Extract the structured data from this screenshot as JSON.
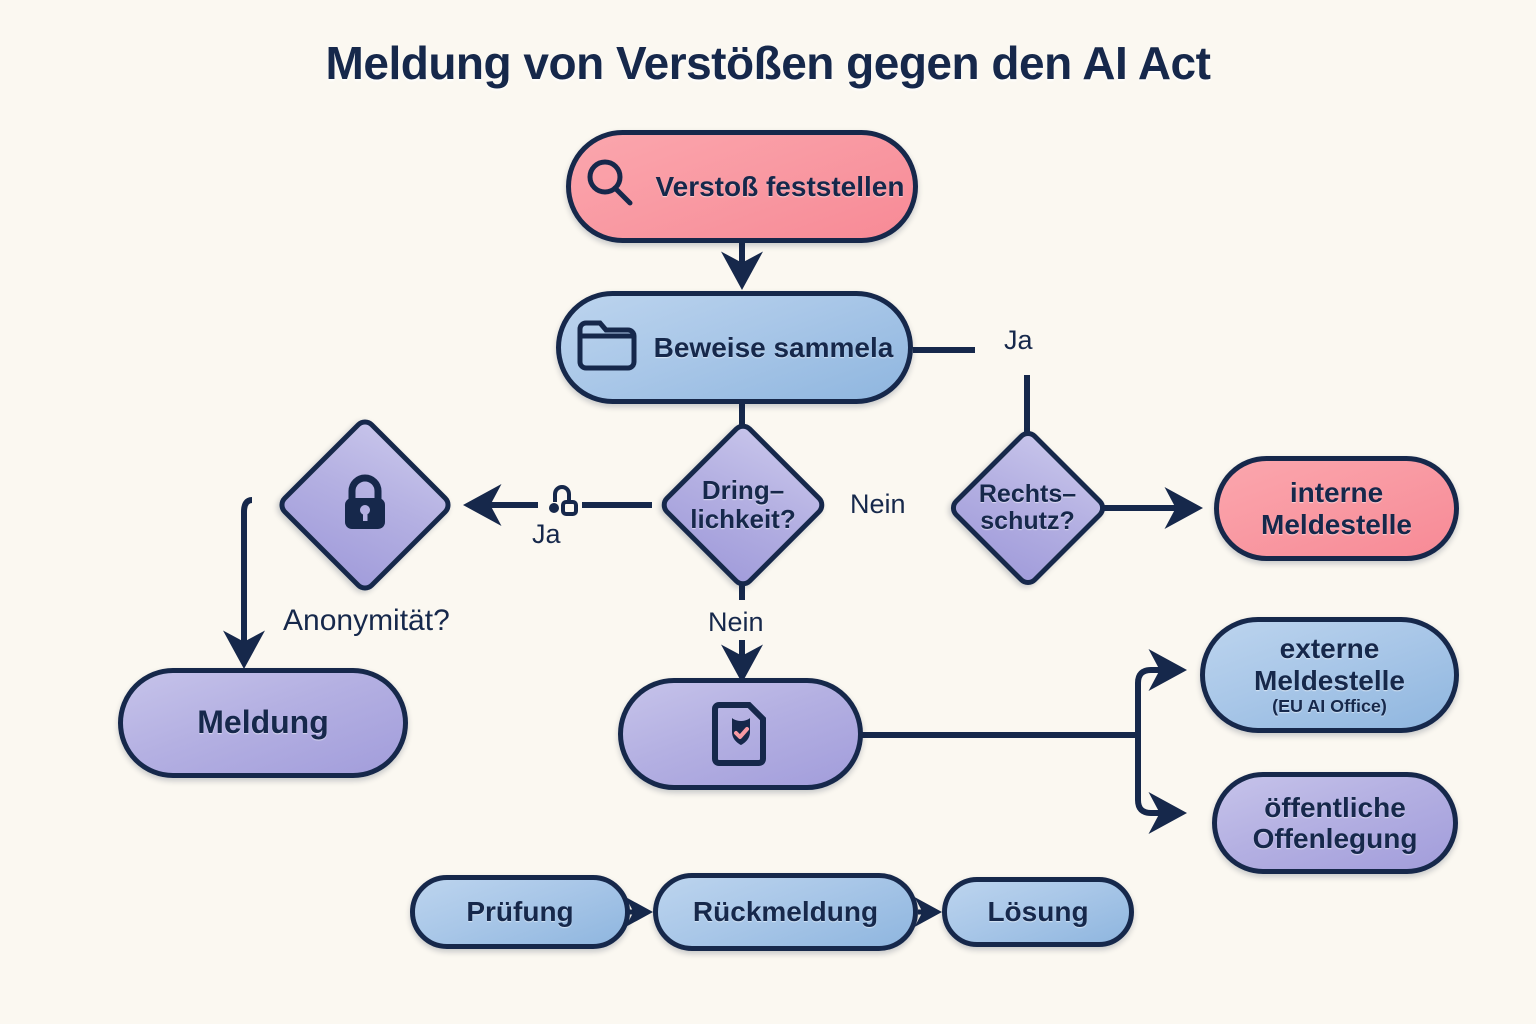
{
  "page": {
    "title": "Meldung von Verstößen gegen den AI Act",
    "background_color": "#FBF8F1",
    "line_color": "#16284B",
    "text_color": "#16284B"
  },
  "palette": {
    "pink": "#F99AA3",
    "blue": "#A9C7E8",
    "purple": "#B4B0E2",
    "outline": "#16284B"
  },
  "nodes": {
    "verstoss": {
      "label": "Verstoß feststellen",
      "icon": "magnifier-icon",
      "color": "pink",
      "shape": "pill"
    },
    "beweise": {
      "label": "Beweise sammela",
      "icon": "folder-icon",
      "color": "blue",
      "shape": "pill"
    },
    "dringlichkeit": {
      "label": "Dring- lichkeit?",
      "line1": "Dring–",
      "line2": "lichkeit?",
      "color": "purple",
      "shape": "diamond"
    },
    "rechtsschutz": {
      "line1": "Rechts–",
      "line2": "schutz?",
      "color": "purple",
      "shape": "diamond"
    },
    "anonymitaet": {
      "icon": "lock-icon",
      "caption": "Anonymität?",
      "color": "purple",
      "shape": "diamond"
    },
    "meldung": {
      "label": "Meldung",
      "color": "purple",
      "shape": "pill"
    },
    "dokument": {
      "label": "",
      "icon": "document-shield-check-icon",
      "color": "purple",
      "shape": "pill"
    },
    "interne": {
      "line1": "interne",
      "line2": "Meldestelle",
      "color": "pink",
      "shape": "pill"
    },
    "externe": {
      "line1": "externe",
      "line2": "Meldestelle",
      "line3": "(EU AI Office)",
      "color": "blue",
      "shape": "pill"
    },
    "offenlegung": {
      "line1": "öffentliche",
      "line2": "Offenlegung",
      "color": "purple",
      "shape": "pill"
    },
    "pruefung": {
      "label": "Prüfung",
      "color": "blue",
      "shape": "pill"
    },
    "rueckmeldung": {
      "label": "Rückmeldung",
      "color": "blue",
      "shape": "pill"
    },
    "loesung": {
      "label": "Lösung",
      "color": "blue",
      "shape": "pill"
    }
  },
  "edge_labels": {
    "beweise_to_rechtsschutz": "Ja",
    "rechtsschutz_nein": "Nein",
    "dringlichkeit_ja": "Ja",
    "dringlichkeit_nein": "Nein"
  }
}
